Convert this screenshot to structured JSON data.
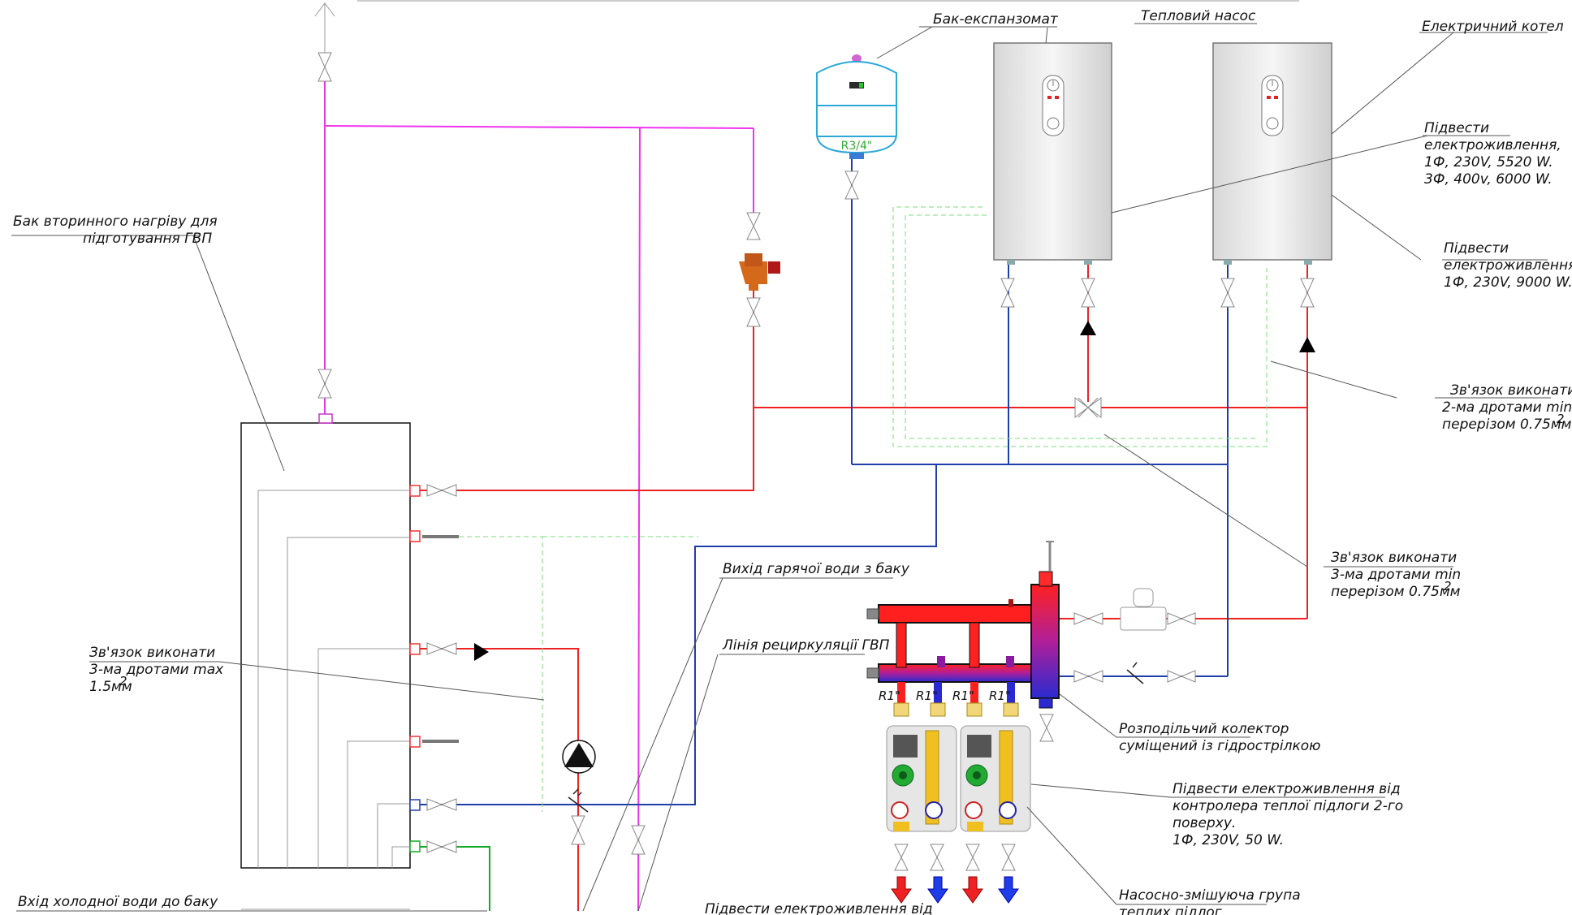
{
  "colors": {
    "hot": "#ee2222",
    "cold": "#1f3ea8",
    "recirc": "#ee33ee",
    "fresh": "#11aa22",
    "signal": "#7ddd7d",
    "expansion": "#2aa8d8"
  },
  "labels": {
    "expansion_tank": "Бак-експанзомат",
    "heat_pump": "Тепловий насос",
    "electric_boiler": "Електричний котел",
    "tank_1": "Бак вторинного нагріву для",
    "tank_2": "підготування ГВП",
    "power_hp_1": "Підвести",
    "power_hp_2": "електроживлення,",
    "power_hp_3": "1Ф, 230V, 5520 W.",
    "power_hp_4": "3Ф, 400v, 6000 W.",
    "power_boiler_1": "Підвести",
    "power_boiler_2": "електроживлення,",
    "power_boiler_3": "1Ф, 230V, 9000 W.",
    "wire2_1": "Зв'язок виконати",
    "wire2_2": "2-ма дротами  min",
    "wire2_3": "перерізом 0.75мм",
    "wire3a_1": "Зв'язок виконати",
    "wire3a_2": "3-ма дротами  min",
    "wire3a_3": "перерізом 0.75мм",
    "wire3b_1": "Зв'язок виконати",
    "wire3b_2": "3-ма дротами max",
    "wire3b_3": "1.5мм",
    "sup2": "2",
    "hot_out": "Вихід гарячої води з баку",
    "recirc_line": "Лінія рециркуляції ГВП",
    "collector_1": "Розподільчий колектор",
    "collector_2": "суміщений із гідрострілкою",
    "floor_power_1": "Підвести електроживлення від",
    "floor_power_2": "контролера теплої підлоги 2-го",
    "floor_power_3": "поверху.",
    "floor_power_4": "1Ф, 230V, 50 W.",
    "pump_group_1": "Насосно-змішуюча група",
    "pump_group_2": "теплих підлог",
    "cold_in": "Вхід холодної води до баку",
    "bottom_power": "Підвести електроживлення від",
    "tank_thread": "R3/4\"",
    "r1": "R1\""
  }
}
